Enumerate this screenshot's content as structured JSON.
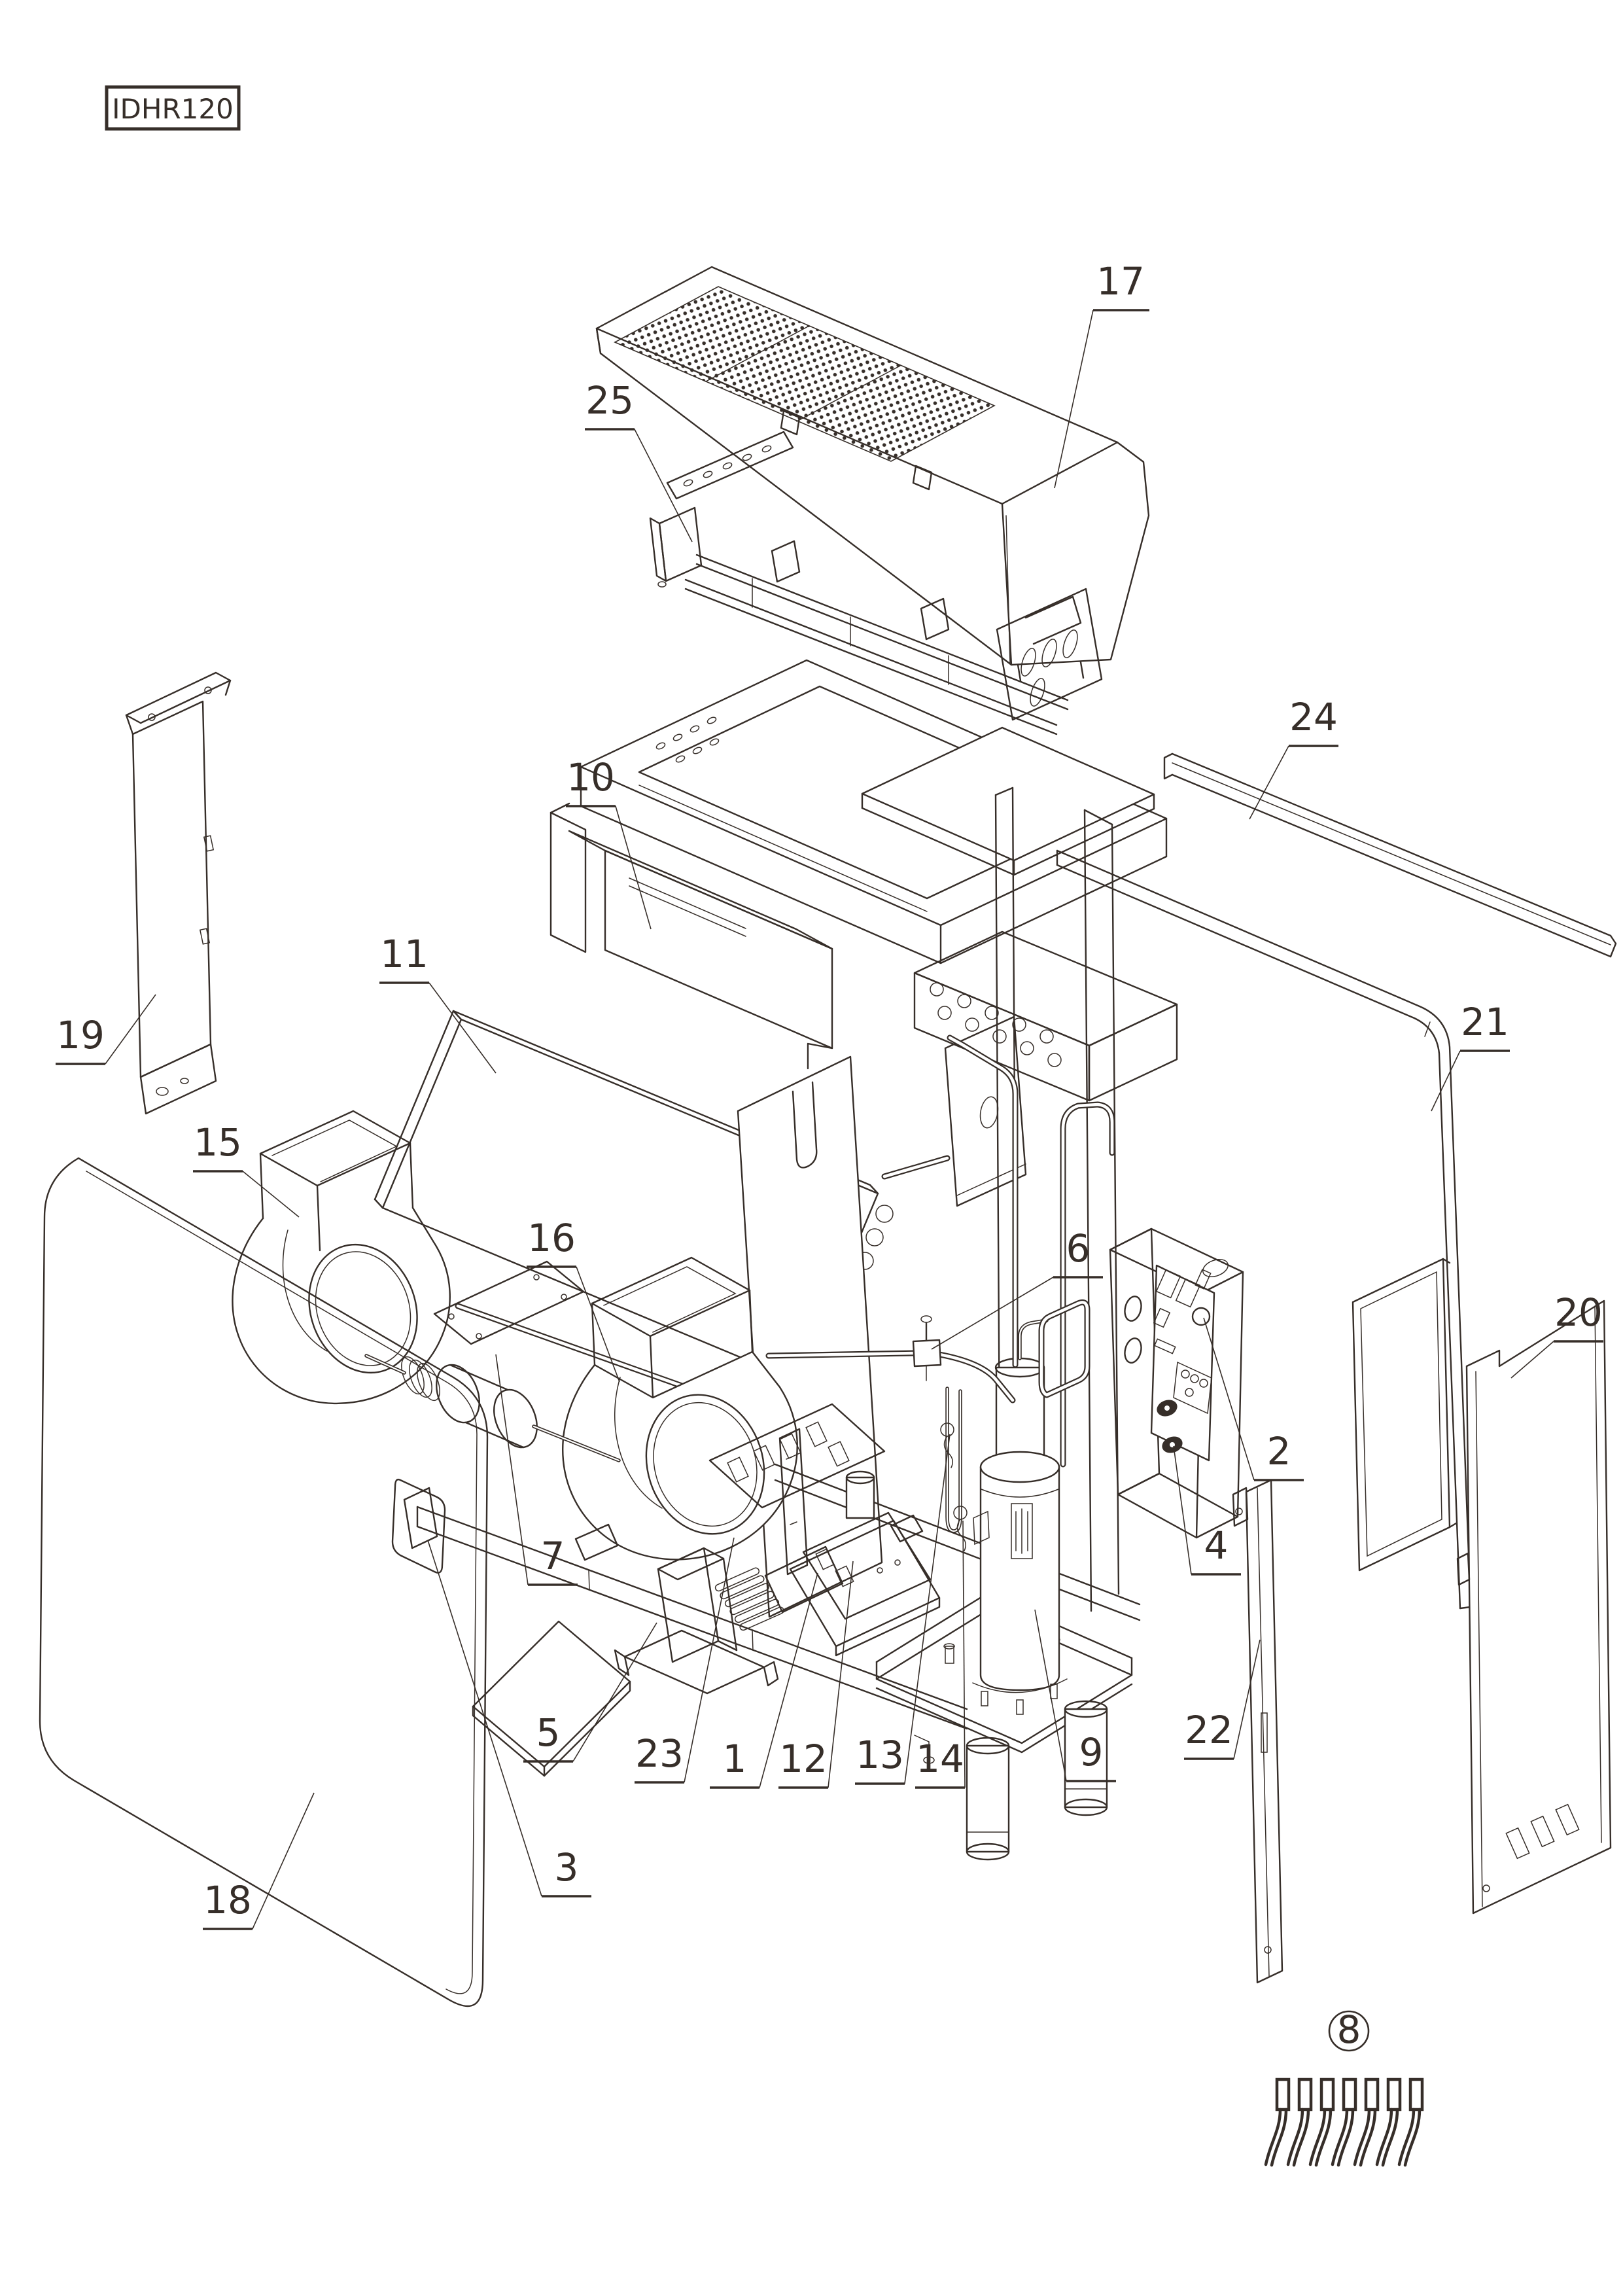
{
  "diagram": {
    "model": "IDHR120",
    "background": "#ffffff",
    "line_color": "#362e29",
    "callouts": {
      "c1": "1",
      "c2": "2",
      "c3": "3",
      "c4": "4",
      "c5": "5",
      "c6": "6",
      "c7": "7",
      "c8": "8",
      "c9": "9",
      "c10": "10",
      "c11": "11",
      "c12": "12",
      "c13": "13",
      "c14": "14",
      "c15": "15",
      "c16": "16",
      "c17": "17",
      "c18": "18",
      "c19": "19",
      "c20": "20",
      "c21": "21",
      "c22": "22",
      "c23": "23",
      "c24": "24",
      "c25": "25"
    },
    "circled_callout": "8",
    "clip_count": 7
  }
}
